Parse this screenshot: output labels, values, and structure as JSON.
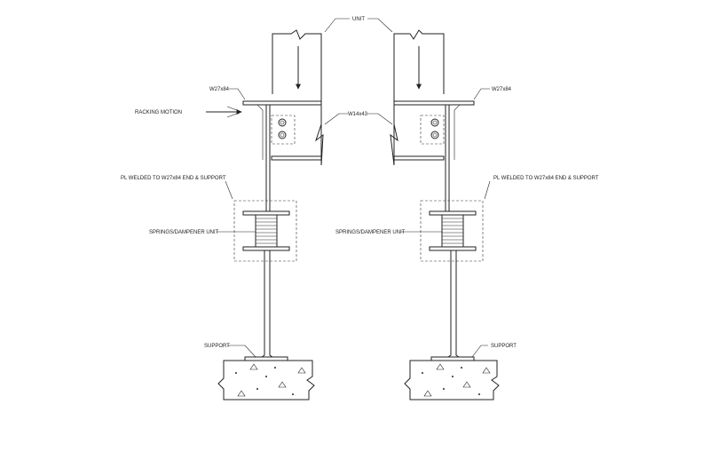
{
  "labels": {
    "unit": "UNIT",
    "beam_left": "W27x84",
    "beam_right": "W27x84",
    "racking_motion": "RACKING MOTION",
    "column": "W14x43",
    "plate_left": "PL WELDED TO W27x84 END & SUPPORT",
    "plate_right": "PL WELDED TO W27x84 END & SUPPORT",
    "springs_left": "SPRINGS/DAMPENER UNIT",
    "springs_right": "SPRINGS/DAMPENER UNIT",
    "support_left": "SUPPORT",
    "support_right": "SUPPORT"
  },
  "colors": {
    "line": "#222222",
    "background": "#ffffff"
  }
}
